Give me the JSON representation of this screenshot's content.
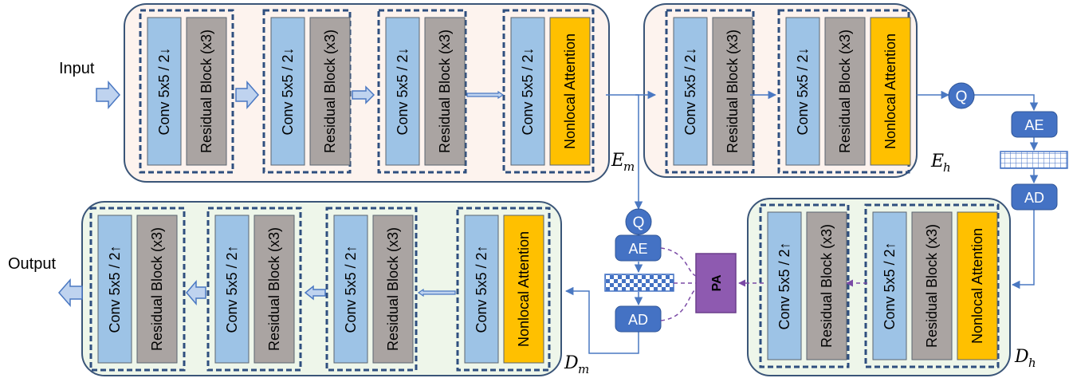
{
  "labels": {
    "input": "Input",
    "output": "Output",
    "conv_down": "Conv 5x5 / 2↓",
    "conv_up": "Conv 5x5 / 2↑",
    "residual": "Residual Block (x3)",
    "nonlocal": "Nonlocal Attention",
    "q": "Q",
    "ae": "AE",
    "ad": "AD",
    "pa": "PA",
    "em_main": "E",
    "em_sub": "m",
    "eh_main": "E",
    "eh_sub": "h",
    "dm_main": "D",
    "dm_sub": "m",
    "dh_main": "D",
    "dh_sub": "h"
  },
  "colors": {
    "conv": "#9dc3e6",
    "residual": "#aaa4a2",
    "nonlocal": "#ffc000",
    "encoder_bg": "#fdf3ee",
    "decoder_bg": "#eef6ea",
    "node_blue": "#4472c4",
    "pa_purple": "#8e5ab0",
    "dash_border": "#2f4f7f",
    "arrow_blue": "#4a78c2"
  }
}
